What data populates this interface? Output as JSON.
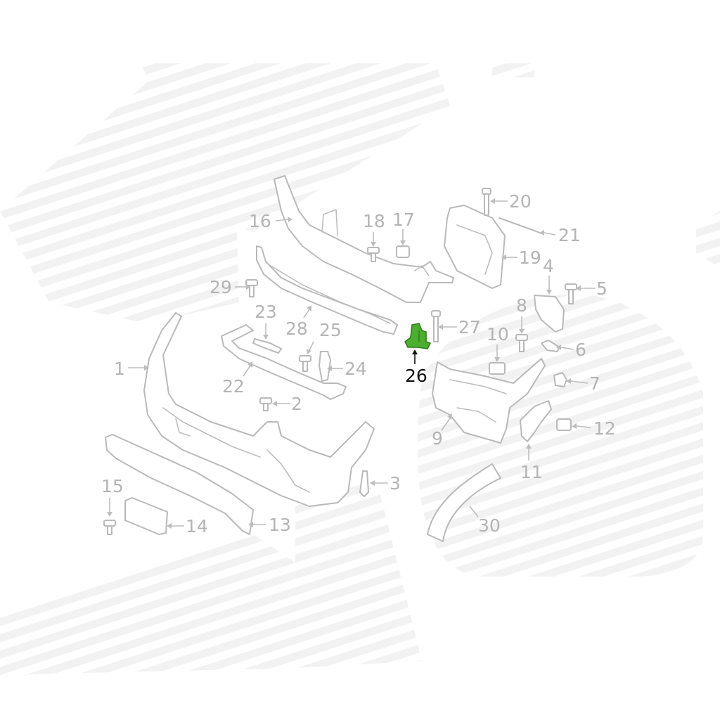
{
  "diagram": {
    "highlight_color": "#4caf2f",
    "highlighted_part": "26",
    "callouts": [
      "1",
      "2",
      "3",
      "4",
      "5",
      "6",
      "7",
      "8",
      "9",
      "10",
      "11",
      "12",
      "13",
      "14",
      "15",
      "16",
      "17",
      "18",
      "19",
      "20",
      "21",
      "22",
      "23",
      "24",
      "25",
      "26",
      "27",
      "28",
      "29",
      "30"
    ]
  }
}
